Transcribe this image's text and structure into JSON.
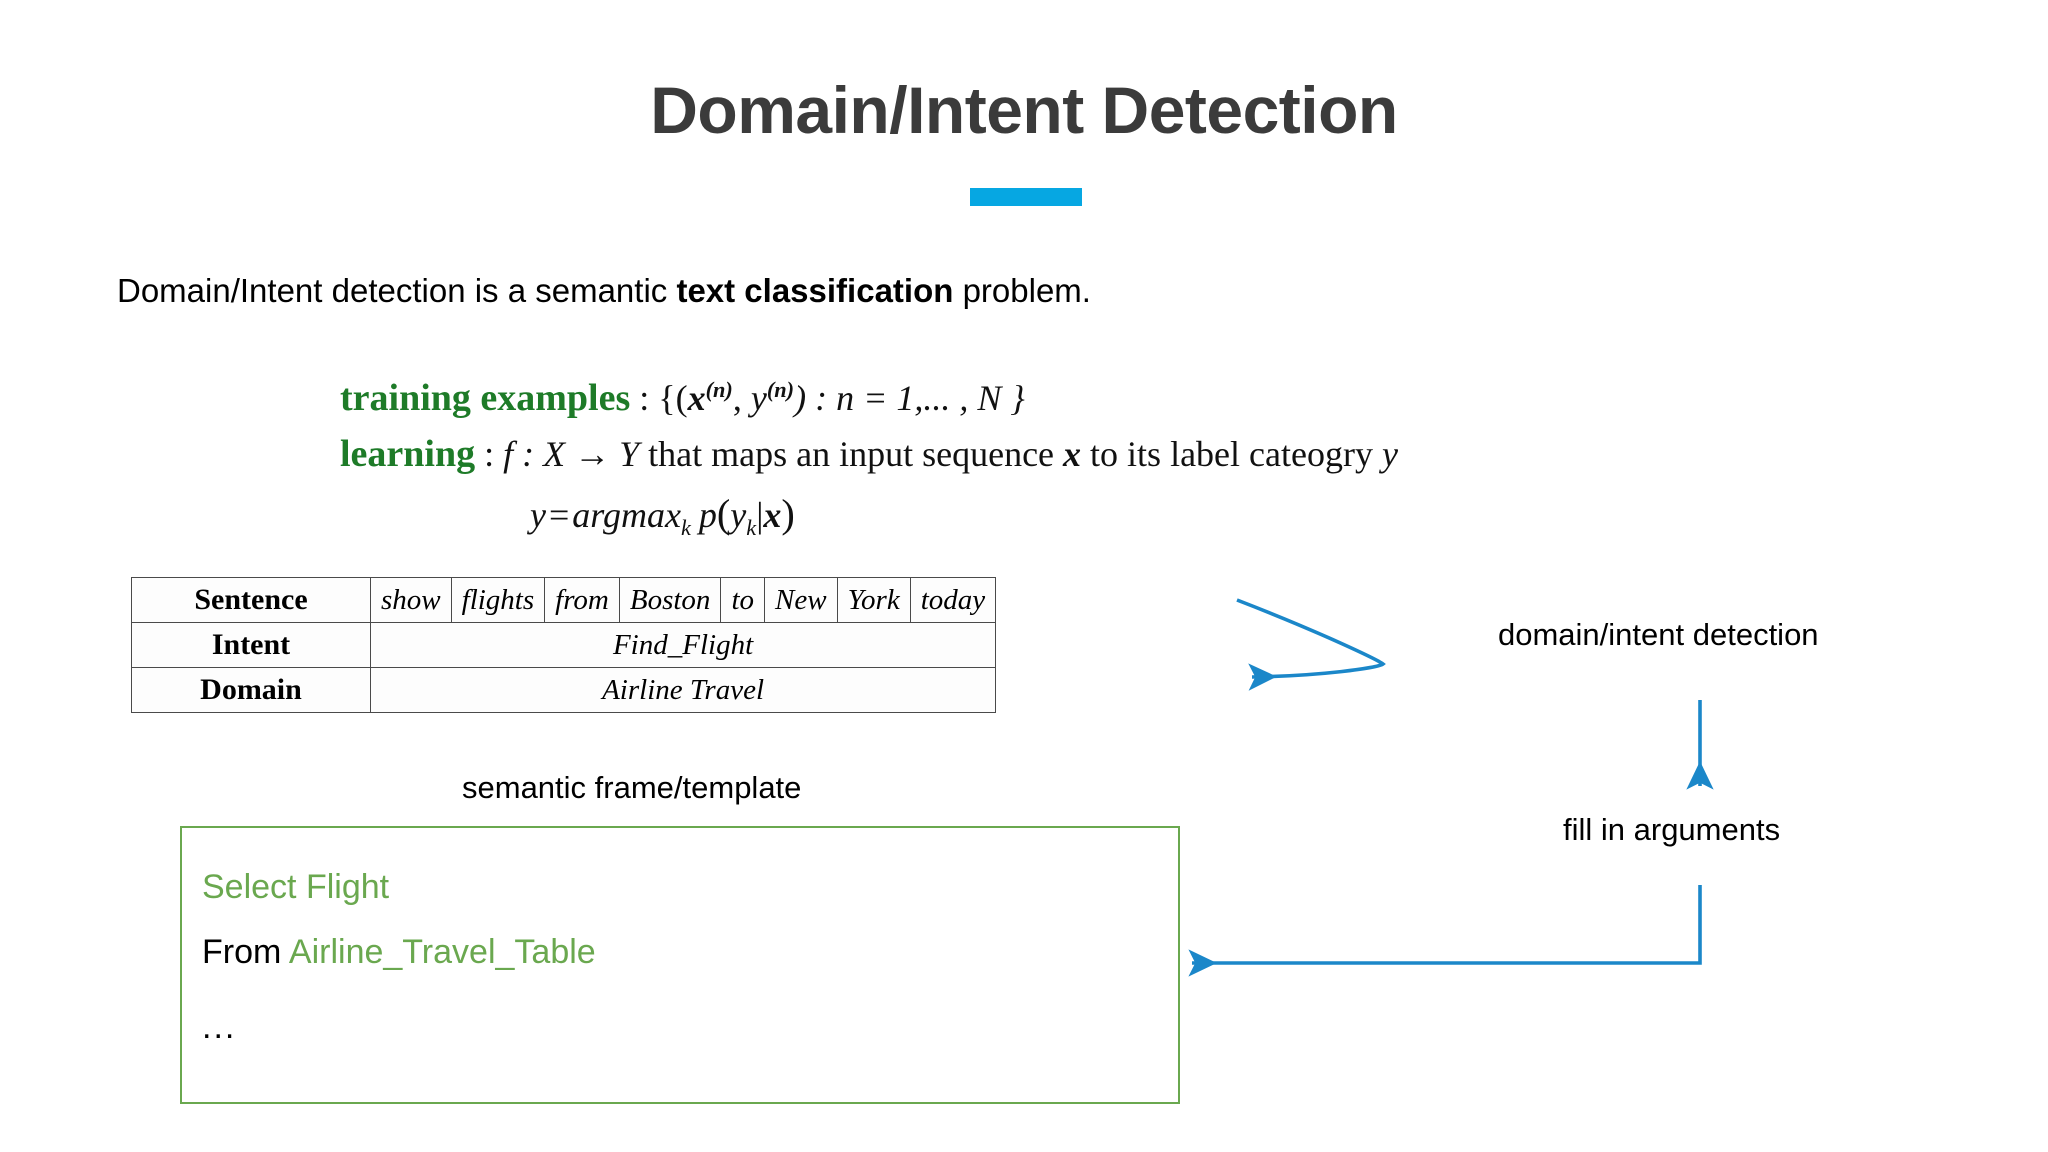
{
  "slide": {
    "title": "Domain/Intent Detection",
    "accent_color": "#06a7e2",
    "title_color": "#3b3b3b",
    "green_color": "#6aa84f",
    "keyword_green": "#1e7b28",
    "lead_prefix": "Domain/Intent detection is a semantic ",
    "lead_bold": "text classification",
    "lead_suffix": " problem."
  },
  "formulas": {
    "line1": {
      "keyword": "training examples",
      "colon": " : {(",
      "x": "x",
      "x_sup": "(n)",
      "comma": ", ",
      "y": "y",
      "y_sup": "(n)",
      "tail": ") : n = 1,... , N }"
    },
    "line2": {
      "keyword": "learning",
      "colon": " : ",
      "f": "f",
      "map": " : X → Y",
      "text": " that maps an input sequence ",
      "var_x": "x",
      "text2": " to its label cateogry ",
      "var_y": "y"
    },
    "line3": {
      "lhs": "y",
      "eq": "=",
      "argmax": "argmax",
      "argmax_sub": "k",
      "p": "p",
      "open": "(",
      "yk": "y",
      "yk_sub": "k",
      "bar": "|",
      "xvar": "x",
      "close": ")"
    }
  },
  "table": {
    "rows": [
      {
        "label": "Sentence",
        "type": "tokens",
        "cells": [
          "show",
          "flights",
          "from",
          "Boston",
          "to",
          "New",
          "York",
          "today"
        ]
      },
      {
        "label": "Intent",
        "type": "span",
        "value": "Find_Flight"
      },
      {
        "label": "Domain",
        "type": "span",
        "value": "Airline Travel"
      }
    ]
  },
  "annotations": {
    "detection": "domain/intent detection",
    "fill_in": "fill in arguments",
    "frame_caption": "semantic frame/template"
  },
  "frame_box": {
    "line1": "Select Flight",
    "line2_keyword": "From ",
    "line2_value": "Airline_Travel_Table",
    "line3": "..."
  }
}
